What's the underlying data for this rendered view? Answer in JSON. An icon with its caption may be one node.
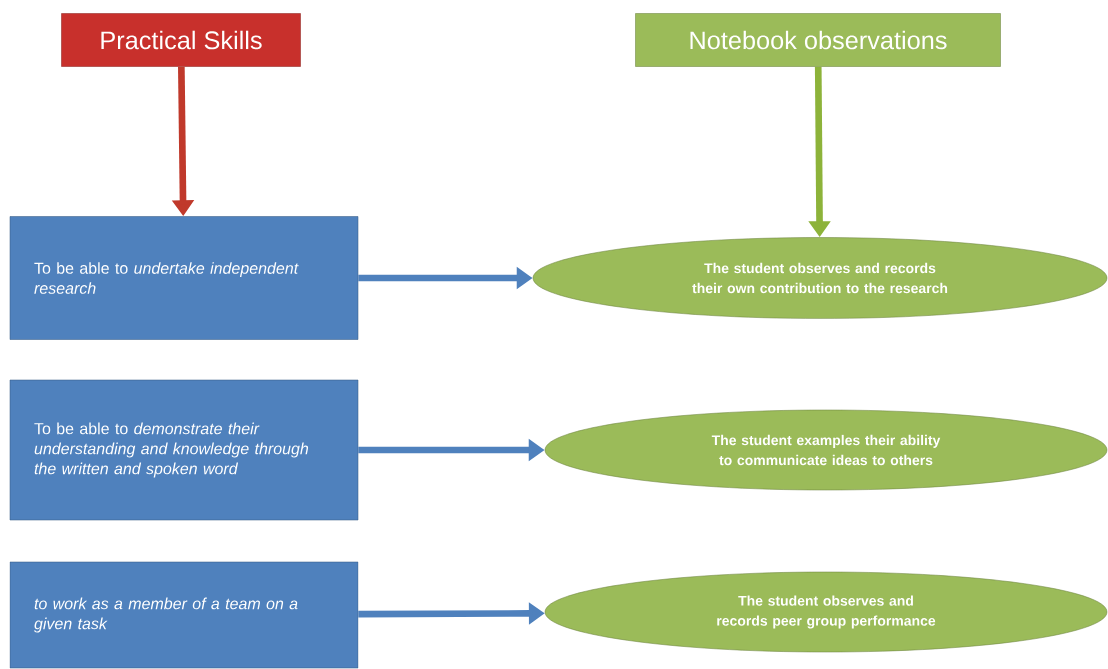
{
  "diagram": {
    "nodes": [
      {
        "text": [
          "Practical Skills"
        ]
      },
      {
        "text": [
          "Notebook observations"
        ]
      },
      {
        "text": [
          "To be able to *undertake independent research*"
        ]
      },
      {
        "text": [
          "The student observes and records their own contribution to the research"
        ]
      },
      {
        "text": [
          "To be able to *demonstrate their understanding and knowledge through the written and spoken word*"
        ]
      },
      {
        "text": [
          "The student examples their ability to communicate ideas to others"
        ]
      },
      {
        "text": [
          "to work as a member of a team on a given task"
        ]
      },
      {
        "text": [
          "The student observes and records peer group performance"
        ]
      }
    ],
    "edges": [
      {
        "from": 0,
        "to": 2,
        "arrow": "to",
        "color": "#c0392b"
      },
      {
        "from": 1,
        "to": 3,
        "arrow": "to",
        "color": "#8db33a"
      },
      {
        "from": 2,
        "to": 3,
        "arrow": "to"
      },
      {
        "from": 4,
        "to": 5,
        "arrow": "to"
      },
      {
        "from": 6,
        "to": 7,
        "arrow": "to"
      }
    ]
  }
}
